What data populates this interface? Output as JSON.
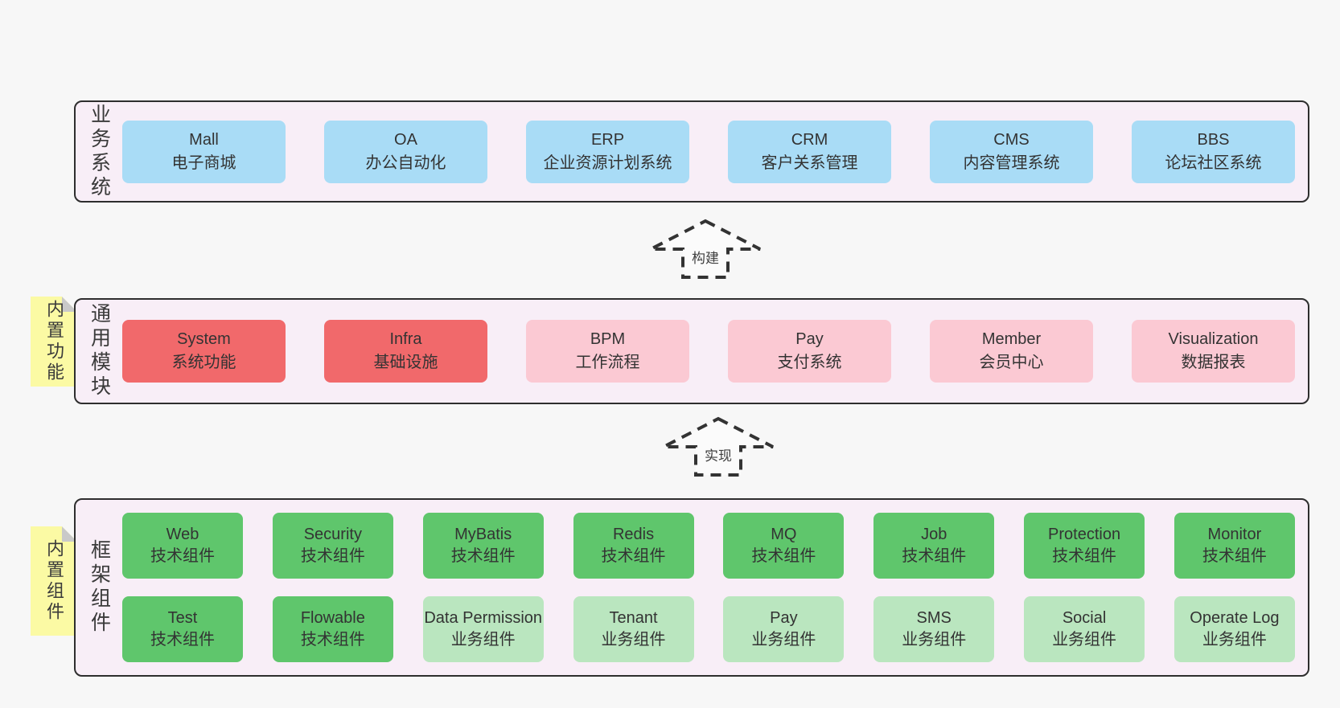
{
  "page": {
    "background": "#f7f7f7"
  },
  "colors": {
    "band_fill": "#f8eef7",
    "band_border": "#2e2e2e",
    "text": "#3a3a3a",
    "blue": "#a9dcf6",
    "red": "#f1696b",
    "pink": "#fbc9d3",
    "green": "#5fc66c",
    "green_light": "#bae6bf",
    "sticky_yellow": "#fbfaa4",
    "sticky_fold": "#c9c9c9",
    "arrow_outline": "#333333",
    "arrow_fill": "#fbfbfb"
  },
  "arrows": [
    {
      "id": "build",
      "label": "构建"
    },
    {
      "id": "implement",
      "label": "实现"
    }
  ],
  "bands": [
    {
      "id": "business-systems",
      "label": "业务系统",
      "sticky": null,
      "rows": [
        [
          {
            "line1": "Mall",
            "line2": "电子商城",
            "variant": "blue"
          },
          {
            "line1": "OA",
            "line2": "办公自动化",
            "variant": "blue"
          },
          {
            "line1": "ERP",
            "line2": "企业资源计划系统",
            "variant": "blue"
          },
          {
            "line1": "CRM",
            "line2": "客户关系管理",
            "variant": "blue"
          },
          {
            "line1": "CMS",
            "line2": "内容管理系统",
            "variant": "blue"
          },
          {
            "line1": "BBS",
            "line2": "论坛社区系统",
            "variant": "blue"
          }
        ]
      ]
    },
    {
      "id": "common-modules",
      "label": "通用模块",
      "sticky": "内置功能",
      "rows": [
        [
          {
            "line1": "System",
            "line2": "系统功能",
            "variant": "red"
          },
          {
            "line1": "Infra",
            "line2": "基础设施",
            "variant": "red"
          },
          {
            "line1": "BPM",
            "line2": "工作流程",
            "variant": "pink"
          },
          {
            "line1": "Pay",
            "line2": "支付系统",
            "variant": "pink"
          },
          {
            "line1": "Member",
            "line2": "会员中心",
            "variant": "pink"
          },
          {
            "line1": "Visualization",
            "line2": "数据报表",
            "variant": "pink"
          }
        ]
      ]
    },
    {
      "id": "framework-components",
      "label": "框架组件",
      "sticky": "内置组件",
      "rows": [
        [
          {
            "line1": "Web",
            "line2": "技术组件",
            "variant": "green"
          },
          {
            "line1": "Security",
            "line2": "技术组件",
            "variant": "green"
          },
          {
            "line1": "MyBatis",
            "line2": "技术组件",
            "variant": "green"
          },
          {
            "line1": "Redis",
            "line2": "技术组件",
            "variant": "green"
          },
          {
            "line1": "MQ",
            "line2": "技术组件",
            "variant": "green"
          },
          {
            "line1": "Job",
            "line2": "技术组件",
            "variant": "green"
          },
          {
            "line1": "Protection",
            "line2": "技术组件",
            "variant": "green"
          },
          {
            "line1": "Monitor",
            "line2": "技术组件",
            "variant": "green"
          }
        ],
        [
          {
            "line1": "Test",
            "line2": "技术组件",
            "variant": "green"
          },
          {
            "line1": "Flowable",
            "line2": "技术组件",
            "variant": "green"
          },
          {
            "line1": "Data Permission",
            "line2": "业务组件",
            "variant": "green_light"
          },
          {
            "line1": "Tenant",
            "line2": "业务组件",
            "variant": "green_light"
          },
          {
            "line1": "Pay",
            "line2": "业务组件",
            "variant": "green_light"
          },
          {
            "line1": "SMS",
            "line2": "业务组件",
            "variant": "green_light"
          },
          {
            "line1": "Social",
            "line2": "业务组件",
            "variant": "green_light"
          },
          {
            "line1": "Operate Log",
            "line2": "业务组件",
            "variant": "green_light"
          }
        ]
      ]
    }
  ]
}
